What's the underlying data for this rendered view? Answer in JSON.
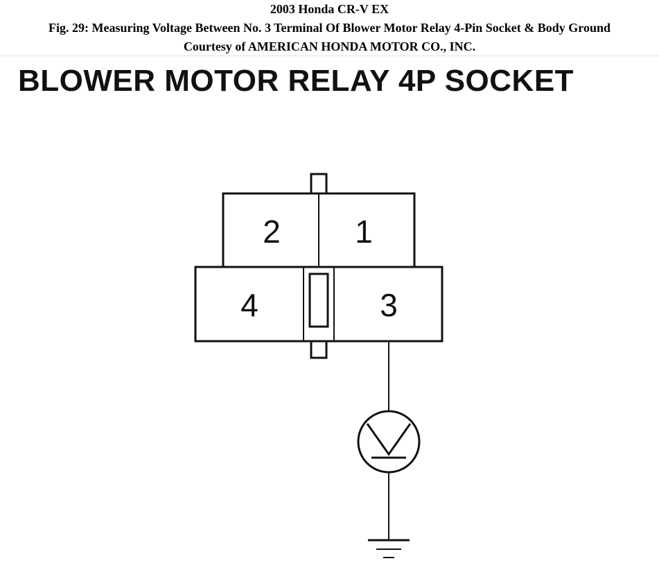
{
  "header": {
    "vehicle": "2003 Honda CR-V EX",
    "caption": "Fig. 29: Measuring Voltage Between No. 3 Terminal Of Blower Motor Relay 4-Pin Socket & Body Ground",
    "courtesy": "Courtesy of AMERICAN HONDA MOTOR CO., INC."
  },
  "diagram": {
    "title": "BLOWER MOTOR RELAY 4P SOCKET",
    "terminals": [
      {
        "id": "1",
        "label": "1"
      },
      {
        "id": "2",
        "label": "2"
      },
      {
        "id": "3",
        "label": "3"
      },
      {
        "id": "4",
        "label": "4"
      }
    ],
    "meter_symbol": "V",
    "meter_icon": "voltmeter-icon",
    "ground_icon": "ground-symbol-icon"
  }
}
